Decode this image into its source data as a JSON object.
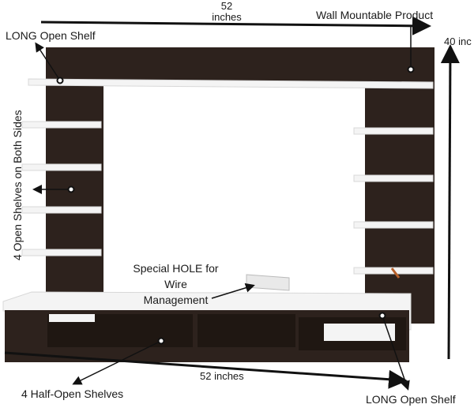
{
  "labels": {
    "top_width_value": "52",
    "top_width_unit": "inches",
    "wall_mountable": "Wall Mountable Product",
    "long_shelf_top": "LONG Open Shelf",
    "height": "40 inc",
    "side_shelves": "4 Open Shelves  on Both Sides",
    "hole_line1": "Special HOLE for",
    "hole_line2": "Wire",
    "hole_line3": "Management",
    "bottom_width": "52 inches",
    "half_open": "4 Half-Open Shelves",
    "long_shelf_bottom": "LONG Open Shelf"
  },
  "colors": {
    "wood": "#2d221d",
    "wood_dark": "#1f1712",
    "shelf": "#f4f4f4",
    "ink": "#111111"
  }
}
